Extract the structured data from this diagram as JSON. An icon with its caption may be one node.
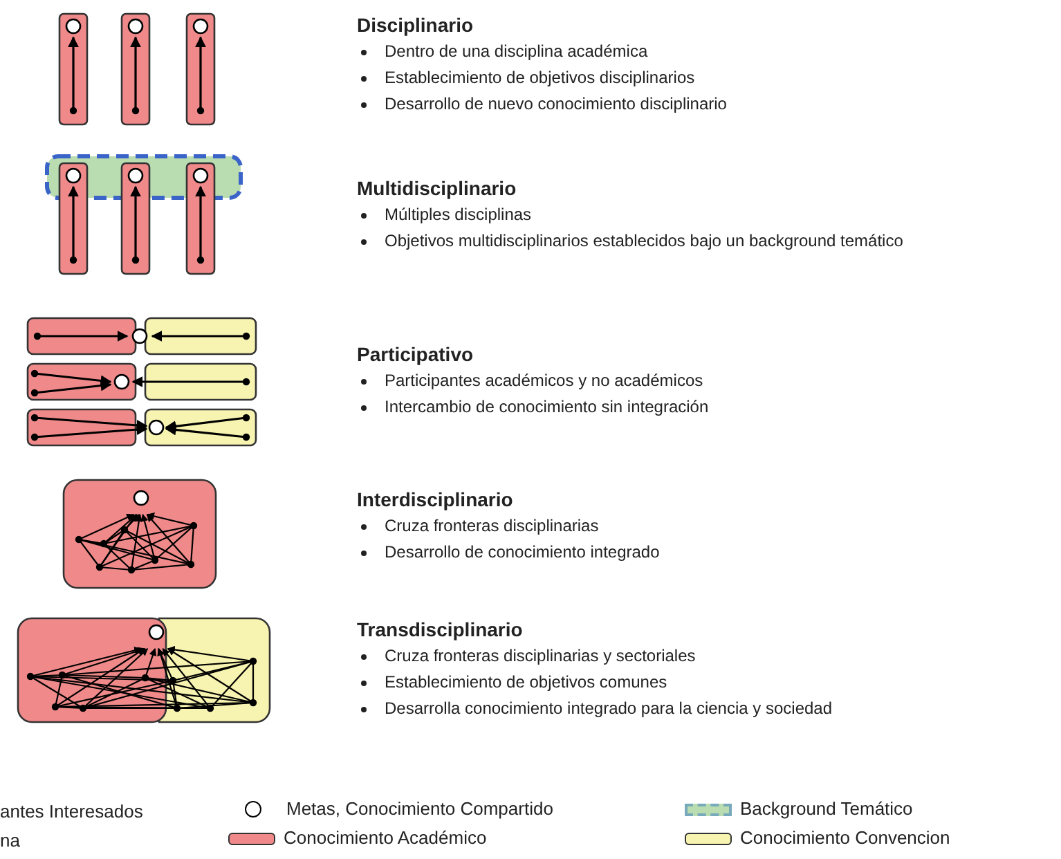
{
  "diagram": {
    "labels": [
      "Disciplinario",
      "Dentro de una disciplina académica",
      "Establecimiento de objetivos disciplinarios",
      "Desarrollo de nuevo conocimiento disciplinario",
      "Multidisciplinario",
      "Múltiples disciplinas",
      "Objetivos multidisciplinarios establecidos bajo un background temático",
      "Participativo",
      "Participantes académicos y no académicos",
      "Intercambio de conocimiento sin integración",
      "Interdisciplinario",
      "Cruza fronteras disciplinarias",
      "Desarrollo de conocimiento integrado",
      "Transdisciplinario",
      "Cruza fronteras disciplinarias y sectoriales",
      "Establecimiento de objetivos comunes",
      "Desarrolla conocimiento integrado para la ciencia y sociedad",
      "antes Interesados",
      "na"
    ],
    "legend": [
      {
        "text": "Metas, Conocimiento Compartido"
      },
      {
        "text": "Conocimiento Académico",
        "color": "#f08a8a"
      },
      {
        "text": "Background Temático",
        "color": "#b9dcb0"
      },
      {
        "text": "Conocimiento Convencion",
        "color": "#f7f3b0"
      }
    ]
  }
}
